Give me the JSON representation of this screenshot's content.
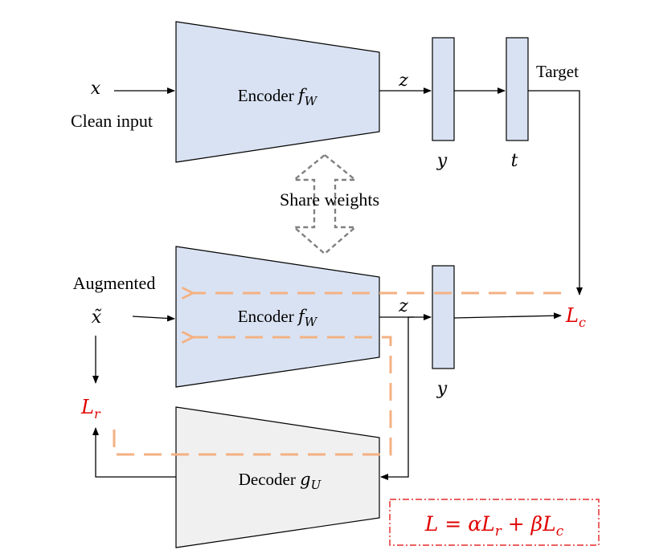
{
  "input": {
    "clean_symbol": "x",
    "clean_label": "Clean input",
    "augmented_label": "Augmented",
    "augmented_symbol": "x̃"
  },
  "encoder_top": {
    "name": "Encoder",
    "func": "f",
    "sub": "W"
  },
  "encoder_bottom": {
    "name": "Encoder",
    "func": "f",
    "sub": "W"
  },
  "decoder": {
    "name": "Decoder",
    "func": "g",
    "sub": "U"
  },
  "latents": {
    "z_top": "z",
    "y_top": "y",
    "t_top": "t",
    "z_bottom": "z",
    "y_bottom": "y"
  },
  "target_label": "Target",
  "share_weights_label": "Share weights",
  "losses": {
    "contrastive": {
      "base": "L",
      "sub": "c"
    },
    "reconstruction": {
      "base": "L",
      "sub": "r"
    }
  },
  "formula": {
    "lhs": "L",
    "eq": " = ",
    "alpha": "α",
    "Lr": "L",
    "r": "r",
    "plus": " + ",
    "beta": "β",
    "Lc": "L",
    "c": "c"
  },
  "colors": {
    "encoder_fill": "#d9e2f2",
    "decoder_fill": "#f0f0f0",
    "box_stroke": "#000000",
    "loss_red": "#e00000",
    "gradient_arrow": "#f4b183",
    "share_arrow": "#808080"
  }
}
